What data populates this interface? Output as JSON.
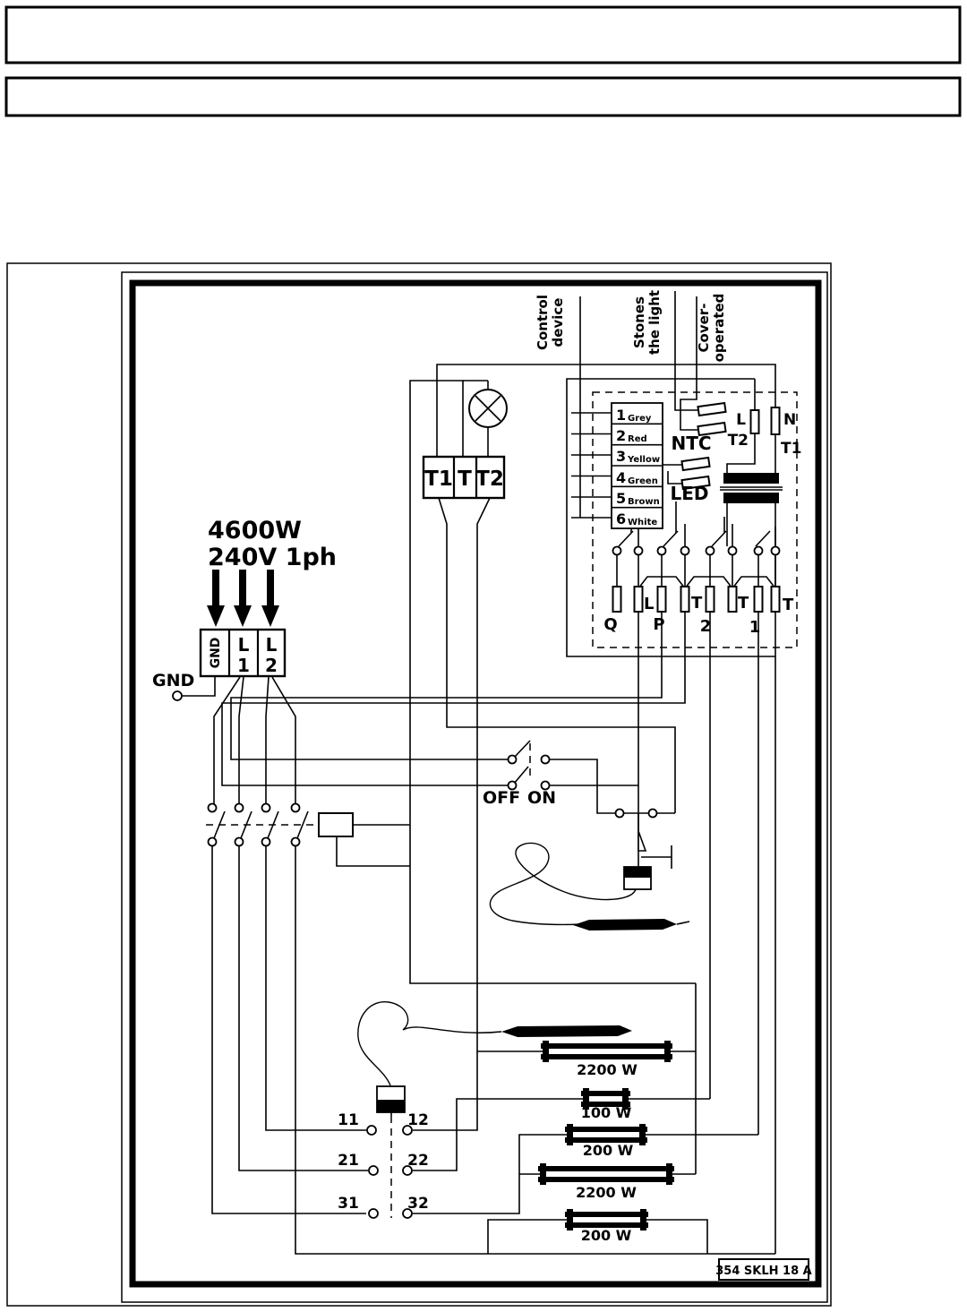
{
  "colors": {
    "ink": "#000000",
    "paper": "#ffffff"
  },
  "header": {
    "note1": "",
    "note2": ""
  },
  "labels": {
    "rotated": {
      "control1": "Control",
      "control2": "device",
      "stones1": "Stones",
      "stones2": "the light",
      "cover1": "Cover-",
      "cover2": "operated"
    },
    "power1": "4600W",
    "power2": "240V 1ph",
    "gnd": "GND",
    "input_gnd": "GND",
    "input_l1a": "L",
    "input_l1b": "1",
    "input_l2a": "L",
    "input_l2b": "2",
    "tblock1": "T1",
    "tblock2": "T",
    "tblock3": "T2",
    "ntc": "NTC",
    "led": "LED",
    "fuse_l": "L",
    "fuse_t2": "T2",
    "fuse_n": "N",
    "fuse_t1": "T1",
    "off": "OFF",
    "on": "ON",
    "part": "354 SKLH 18 A"
  },
  "connector_rows": [
    {
      "num": "1",
      "color": "Grey"
    },
    {
      "num": "2",
      "color": "Red"
    },
    {
      "num": "3",
      "color": "Yellow"
    },
    {
      "num": "4",
      "color": "Green"
    },
    {
      "num": "5",
      "color": "Brown"
    },
    {
      "num": "6",
      "color": "White"
    }
  ],
  "pins": [
    "Q",
    "L",
    "P",
    "T",
    "2",
    "T",
    "1",
    "T"
  ],
  "contacts": [
    "11",
    "12",
    "21",
    "22",
    "31",
    "32"
  ],
  "heaters": [
    "2200 W",
    "100 W",
    "200 W",
    "2200 W",
    "200 W"
  ]
}
